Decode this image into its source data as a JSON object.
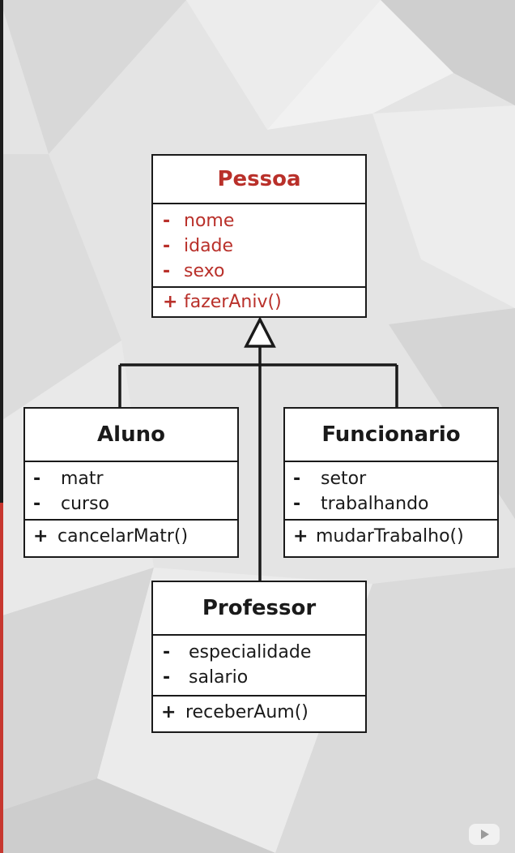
{
  "diagram": {
    "superclass": {
      "name": "Pessoa",
      "attributes": [
        {
          "visibility": "-",
          "text": "nome"
        },
        {
          "visibility": "-",
          "text": "idade"
        },
        {
          "visibility": "-",
          "text": "sexo"
        }
      ],
      "methods": [
        {
          "visibility": "+",
          "text": "fazerAniv()"
        }
      ]
    },
    "aluno": {
      "name": "Aluno",
      "attributes": [
        {
          "visibility": "-",
          "text": "matr"
        },
        {
          "visibility": "-",
          "text": "curso"
        }
      ],
      "methods": [
        {
          "visibility": "+",
          "text": "cancelarMatr()"
        }
      ]
    },
    "funcionario": {
      "name": "Funcionario",
      "attributes": [
        {
          "visibility": "-",
          "text": "setor"
        },
        {
          "visibility": "-",
          "text": "trabalhando"
        }
      ],
      "methods": [
        {
          "visibility": "+",
          "text": "mudarTrabalho()"
        }
      ]
    },
    "professor": {
      "name": "Professor",
      "attributes": [
        {
          "visibility": "-",
          "text": "especialidade"
        },
        {
          "visibility": "-",
          "text": "salario"
        }
      ],
      "methods": [
        {
          "visibility": "+",
          "text": "receberAum()"
        }
      ]
    },
    "relationship": "generalization",
    "colors": {
      "superclass_text": "#b9302a",
      "subclass_text": "#1a1a1a",
      "border": "#1a1a1a",
      "background": "#e6e6e6"
    }
  },
  "overlay": {
    "icon": "youtube-logo-icon"
  }
}
